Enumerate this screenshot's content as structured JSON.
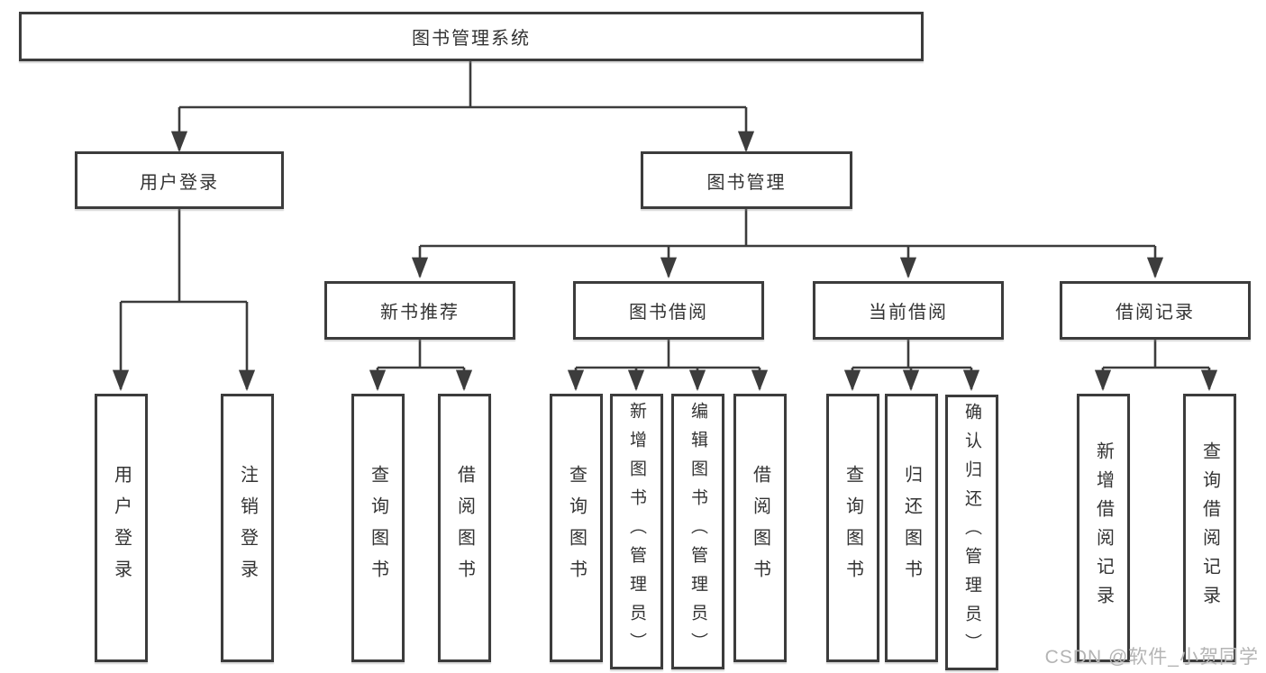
{
  "diagram_title": "图书管理系统",
  "nodes": {
    "root": {
      "label": "图书管理系统"
    },
    "level2": {
      "user_login": {
        "label": "用户登录"
      },
      "book_management": {
        "label": "图书管理"
      }
    },
    "level3": {
      "new_book_recommend": {
        "label": "新书推荐"
      },
      "book_borrow": {
        "label": "图书借阅"
      },
      "current_borrow": {
        "label": "当前借阅"
      },
      "borrow_records": {
        "label": "借阅记录"
      }
    },
    "leaves": {
      "user_login": {
        "label": "用户登录"
      },
      "logout": {
        "label": "注销登录"
      },
      "query_book_recommend": {
        "label": "查询图书"
      },
      "borrow_book_recommend": {
        "label": "借阅图书"
      },
      "query_book_borrow": {
        "label": "查询图书"
      },
      "add_book_admin": {
        "label": "新增图书（管理员）"
      },
      "edit_book_admin": {
        "label": "编辑图书（管理员）"
      },
      "borrow_book_borrow": {
        "label": "借阅图书"
      },
      "query_book_current": {
        "label": "查询图书"
      },
      "return_book": {
        "label": "归还图书"
      },
      "confirm_return_admin": {
        "label": "确认归还（管理员）"
      },
      "add_borrow_record": {
        "label": "新增借阅记录"
      },
      "query_borrow_record": {
        "label": "查询借阅记录"
      }
    }
  },
  "watermark": {
    "text": "CSDN @软件_小贺同学",
    "color": "#b4b4b4"
  },
  "colors": {
    "line": "#3c3c3c",
    "box_border": "#3c3c3c",
    "text": "#333333",
    "background": "#ffffff"
  }
}
